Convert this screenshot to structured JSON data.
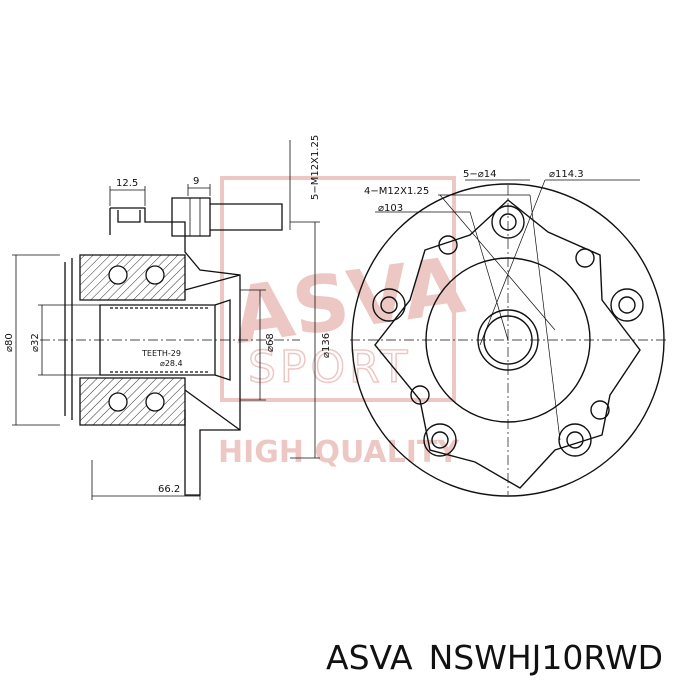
{
  "watermark": {
    "brand": "ASVA",
    "line2": "SPORT",
    "line3": "HIGH QUALITY",
    "color": "#c0392b"
  },
  "dimensions": {
    "flange_thickness": "12.5",
    "stud_head": "9",
    "stud_thread": "5−M12X1.25",
    "bore_small": "⌀32",
    "bore_large": "⌀80",
    "teeth": "TEETH-29",
    "teeth_sub": "⌀28.4",
    "spline_dia": "⌀68",
    "flange_dia": "⌀136",
    "total_length": "66.2",
    "holes_count": "5−⌀14",
    "pcd": "⌀114.3",
    "bolt_holes": "4−M12X1.25",
    "center_dia": "⌀103"
  },
  "caption": {
    "brand": "ASVA",
    "part_number": "NSWHJ10RWD"
  }
}
